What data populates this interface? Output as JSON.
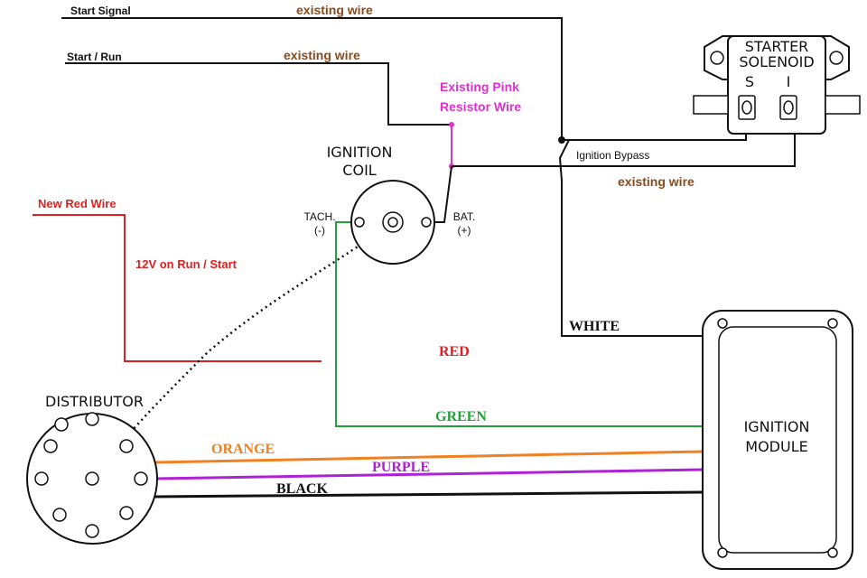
{
  "labels": {
    "start_signal": "Start Signal",
    "start_run": "Start / Run",
    "existing_wire_1": "existing wire",
    "existing_wire_2": "existing wire",
    "existing_wire_3": "existing wire",
    "pink_line1": "Existing Pink",
    "pink_line2": "Resistor Wire",
    "ignition_bypass": "Ignition Bypass",
    "new_red_wire": "New Red Wire",
    "twelve_volt": "12V on Run / Start",
    "coil_line1": "IGNITION",
    "coil_line2": "COIL",
    "tach_line1": "TACH.",
    "tach_line2": "(-)",
    "bat_line1": "BAT.",
    "bat_line2": "(+)",
    "solenoid_line1": "STARTER",
    "solenoid_line2": "SOLENOID",
    "solenoid_s": "S",
    "solenoid_i": "I",
    "distributor": "DISTRIBUTOR",
    "module_line1": "IGNITION",
    "module_line2": "MODULE",
    "white": "WHITE",
    "red": "RED",
    "green": "GREEN",
    "orange": "ORANGE",
    "purple": "PURPLE",
    "black": "BLACK"
  },
  "colors": {
    "wire_black": "#111111",
    "wire_red": "#e02020",
    "wire_green": "#22a33a",
    "wire_orange": "#f08020",
    "wire_purple": "#b020d8",
    "pink": "#e030d0",
    "brown_text": "#8b4a1c",
    "red_text": "#e02020"
  }
}
